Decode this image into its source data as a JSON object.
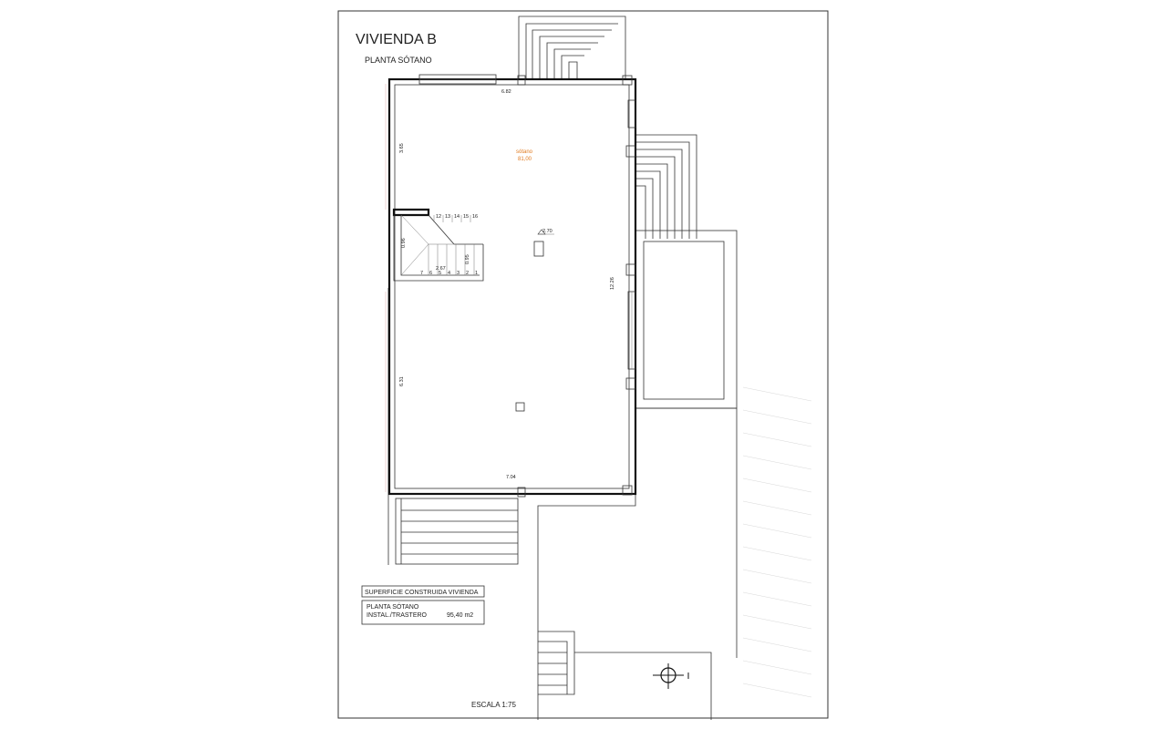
{
  "sheet": {
    "title": "VIVIENDA B",
    "subtitle": "PLANTA SÓTANO",
    "scale_label": "ESCALA 1:75"
  },
  "room": {
    "name": "sótano",
    "area": "81,00"
  },
  "dimensions": {
    "top_width": "6.82",
    "bottom_width": "7.04",
    "left_upper": "3.65",
    "left_lower": "6.31",
    "right_length": "12.26",
    "stair_width": "0.96",
    "stair_run": "2.67",
    "stair_landing": "0.95",
    "level_mark": "2.70"
  },
  "stairs": {
    "upper_steps": [
      "12",
      "13",
      "14",
      "15",
      "16"
    ],
    "lower_steps": [
      "7",
      "6",
      "5",
      "4",
      "3",
      "2",
      "1"
    ]
  },
  "area_table": {
    "header": "SUPERFICIE CONSTRUIDA VIVIENDA",
    "row_label_1": "PLANTA SÓTANO",
    "row_label_2": "INSTAL./TRASTERO",
    "row_value": "95,40 m2"
  }
}
